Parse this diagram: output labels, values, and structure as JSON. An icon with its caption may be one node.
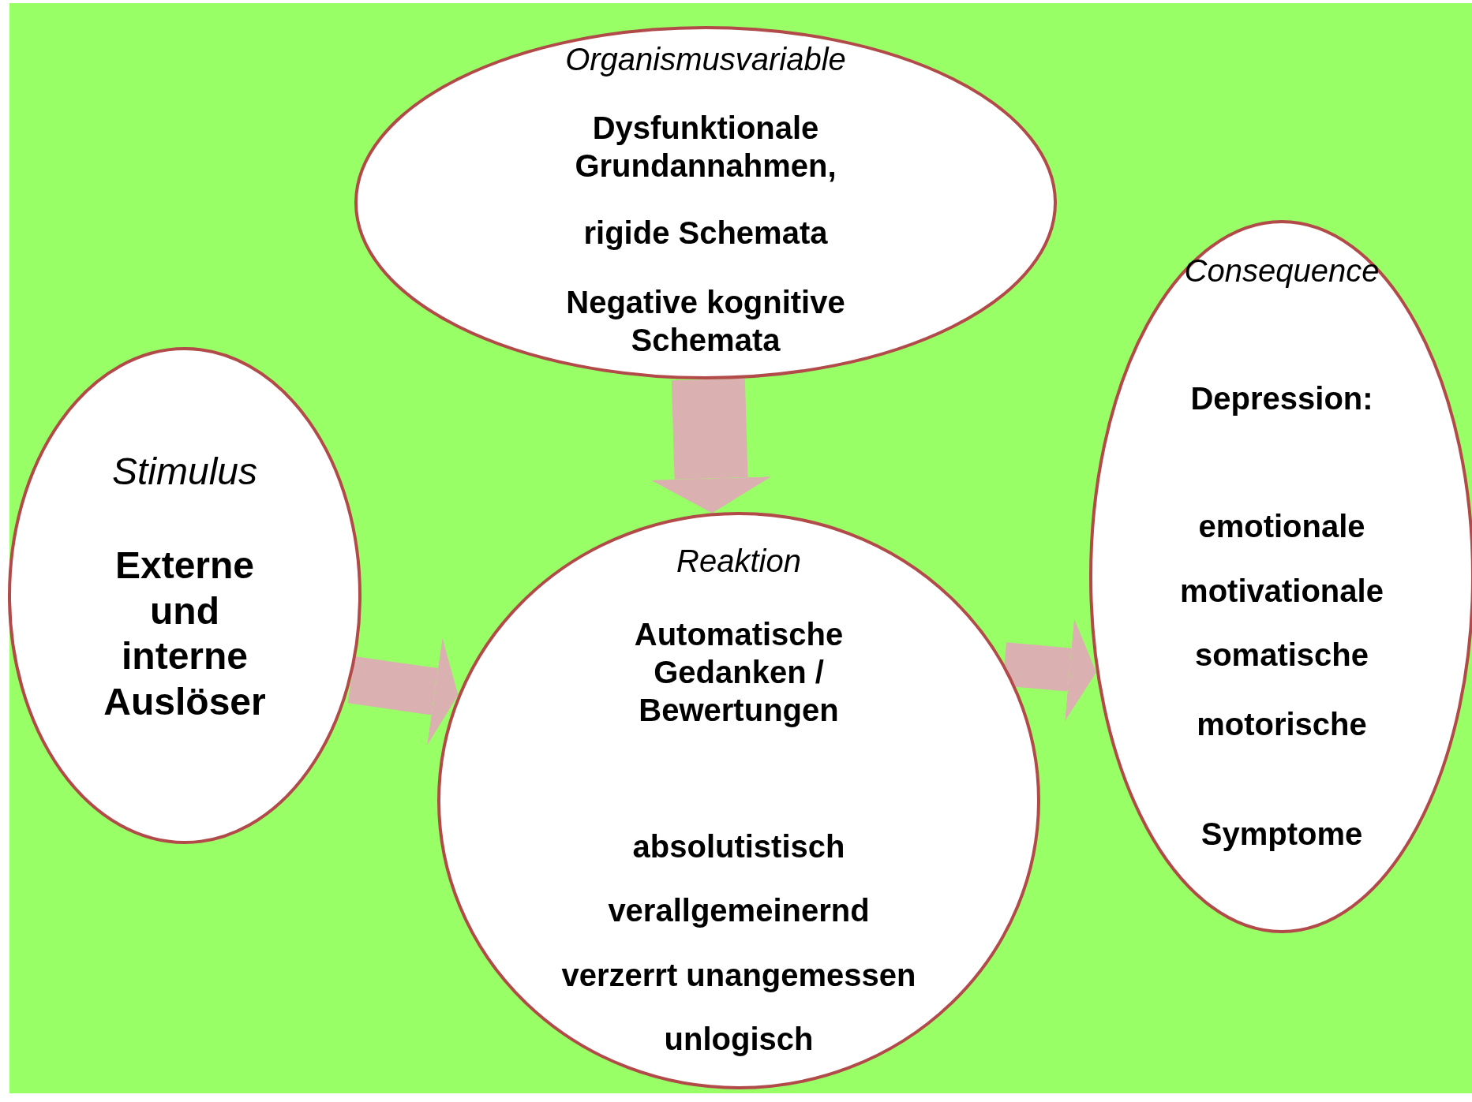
{
  "diagram": {
    "nodes": [
      {
        "text": [
          "Organismusvariable",
          "Dysfunktionale Grundannahmen,",
          "rigide Schemata",
          "Negative kognitive Schemata"
        ]
      },
      {
        "text": [
          "Stimulus",
          "Externe und interne Auslöser"
        ]
      },
      {
        "text": [
          "Reaktion",
          "Automatische Gedanken / Bewertungen",
          "absolutistisch",
          "verallgemeinernd",
          "verzerrt unangemessen",
          "unlogisch"
        ]
      },
      {
        "text": [
          "Consequence",
          "Depression:",
          "emotionale",
          "motivationale",
          "somatische",
          "motorische",
          "Symptome"
        ]
      }
    ],
    "edges": [
      {
        "from": 0,
        "to": 2,
        "arrow": "to"
      },
      {
        "from": 1,
        "to": 2,
        "arrow": "to"
      },
      {
        "from": 2,
        "to": 3,
        "arrow": "to"
      }
    ]
  }
}
